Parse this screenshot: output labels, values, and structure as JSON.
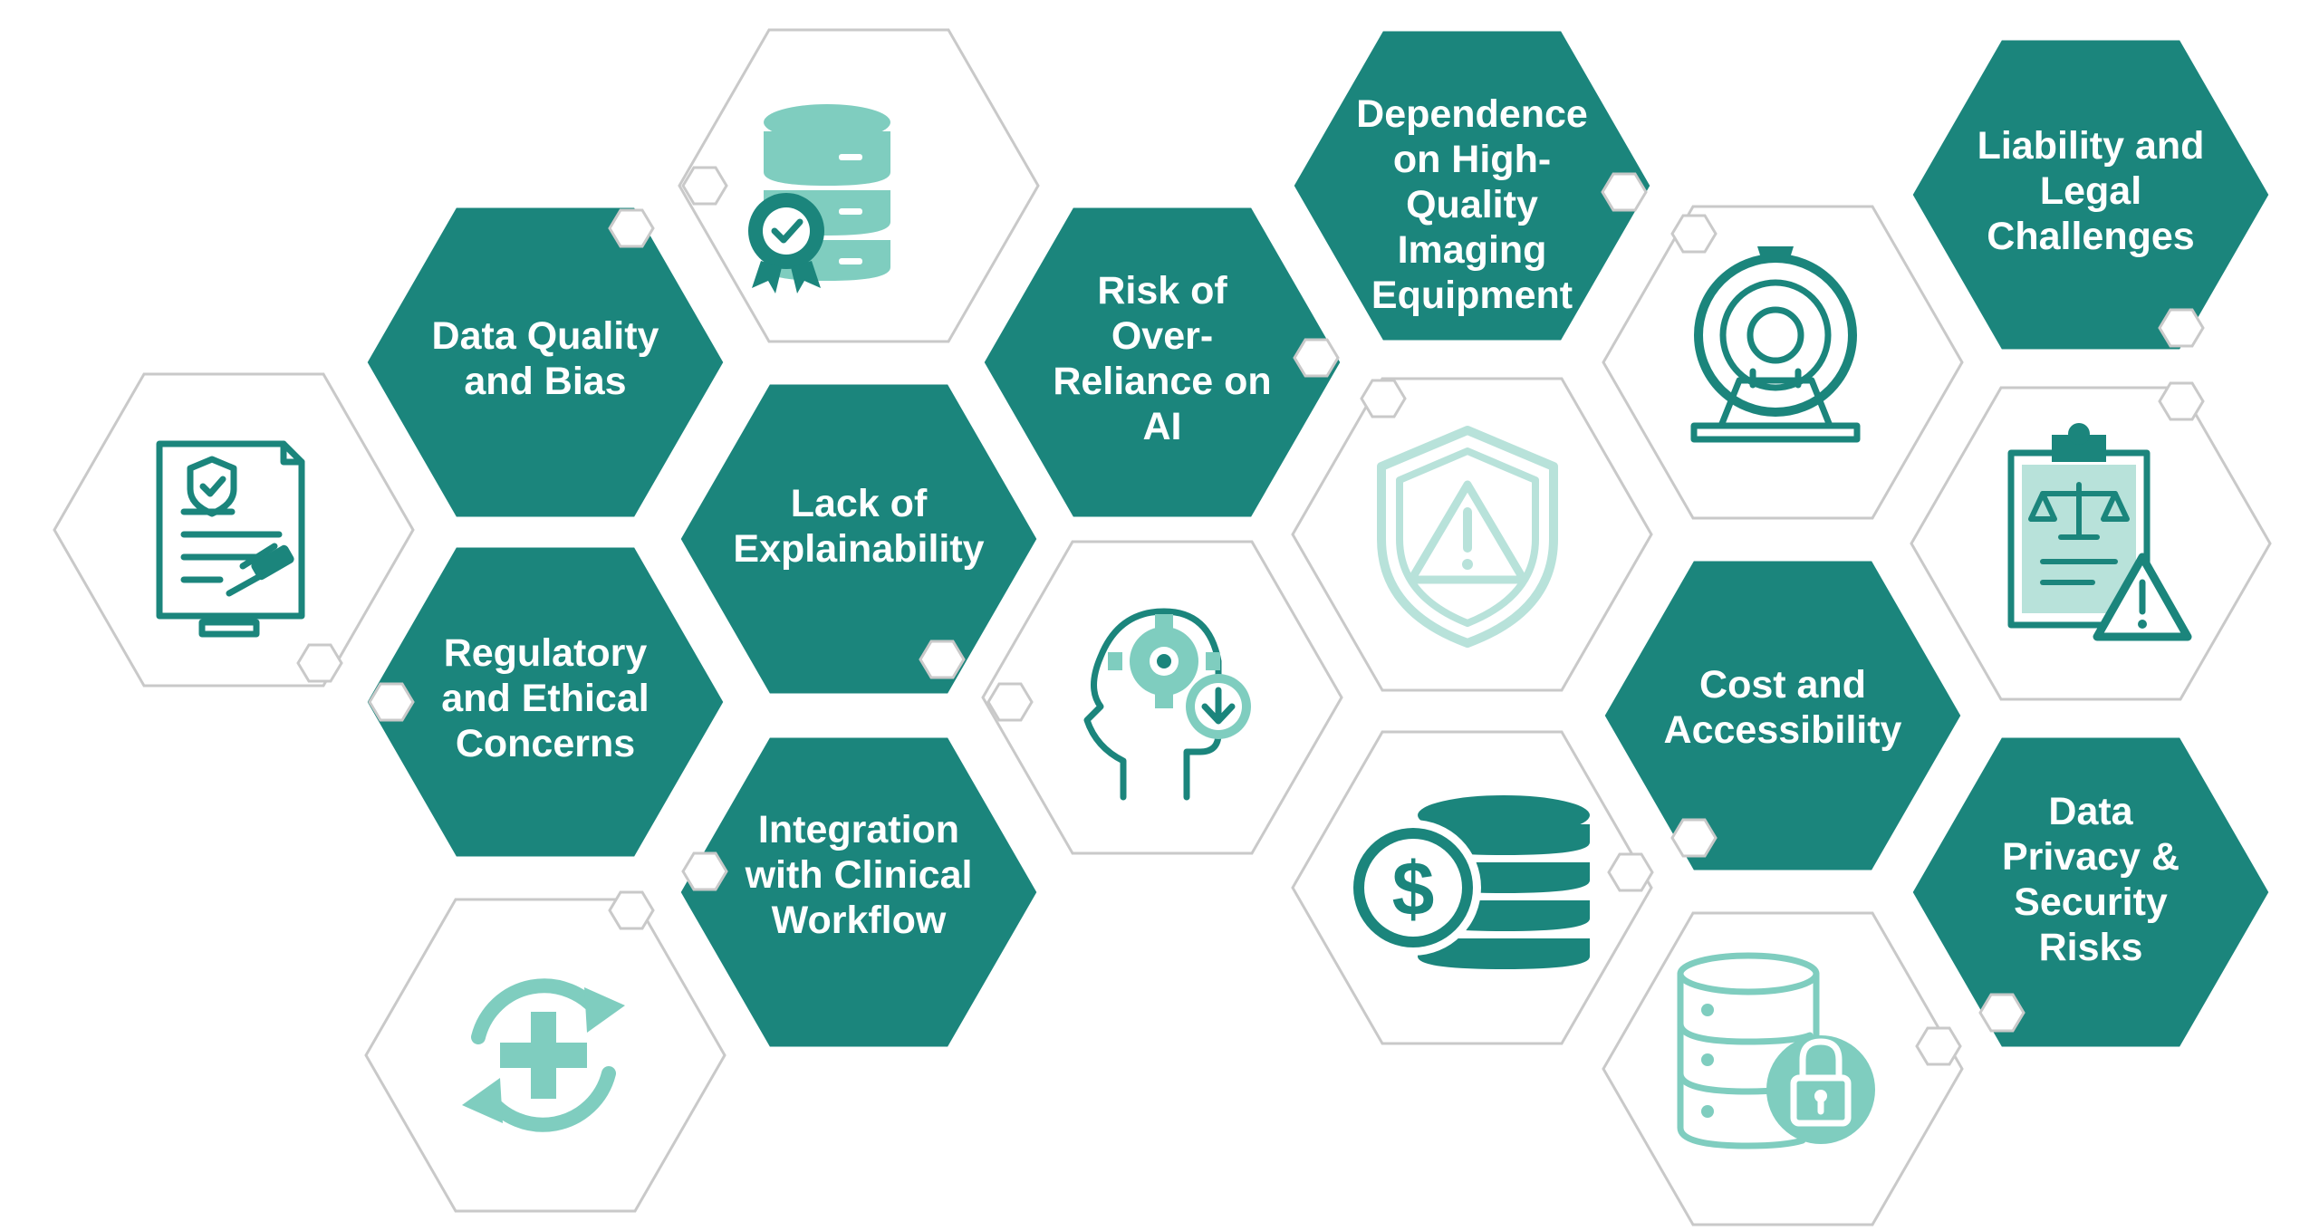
{
  "colors": {
    "teal": "#1b857c",
    "teal_light": "#7fcdbf",
    "teal_pale": "#b8e2da",
    "outline": "#c9c9c9",
    "label": "#ffffff"
  },
  "labels": {
    "data_quality": [
      "Data Quality",
      "and Bias"
    ],
    "regulatory": [
      "Regulatory",
      "and Ethical",
      "Concerns"
    ],
    "explainability": [
      "Lack of",
      "Explainability"
    ],
    "integration": [
      "Integration",
      "with Clinical",
      "Workflow"
    ],
    "over_reliance": [
      "Risk of",
      "Over-",
      "Reliance on",
      "AI"
    ],
    "imaging": [
      "Dependence",
      "on High-",
      "Quality",
      "Imaging",
      "Equipment"
    ],
    "cost": [
      "Cost and",
      "Accessibility"
    ],
    "liability": [
      "Liability and",
      "Legal",
      "Challenges"
    ],
    "privacy": [
      "Data",
      "Privacy &",
      "Security",
      "Risks"
    ]
  },
  "icons": {
    "legal_document": "legal-document-gavel-icon",
    "certified_database": "database-certified-icon",
    "health_cycle": "health-cross-cycle-icon",
    "ai_head": "head-gear-download-icon",
    "warning_shield": "shield-warning-icon",
    "coins": "dollar-coins-stack-icon",
    "mri": "mri-scanner-icon",
    "clipboard": "clipboard-scale-warning-icon",
    "secure_db": "database-lock-icon"
  }
}
